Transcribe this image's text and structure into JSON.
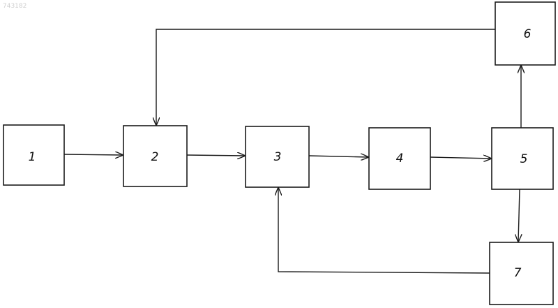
{
  "stamp": "743182",
  "blocks": [
    {
      "id": "1",
      "label": "1"
    },
    {
      "id": "2",
      "label": "2"
    },
    {
      "id": "3",
      "label": "3"
    },
    {
      "id": "4",
      "label": "4"
    },
    {
      "id": "5",
      "label": "5"
    },
    {
      "id": "6",
      "label": "6"
    },
    {
      "id": "7",
      "label": "7"
    }
  ],
  "connections": [
    {
      "from": "1",
      "to": "2"
    },
    {
      "from": "2",
      "to": "3"
    },
    {
      "from": "3",
      "to": "4"
    },
    {
      "from": "4",
      "to": "5"
    },
    {
      "from": "5",
      "to": "6"
    },
    {
      "from": "5",
      "to": "7"
    },
    {
      "from": "6",
      "to": "2"
    },
    {
      "from": "7",
      "to": "3"
    }
  ]
}
